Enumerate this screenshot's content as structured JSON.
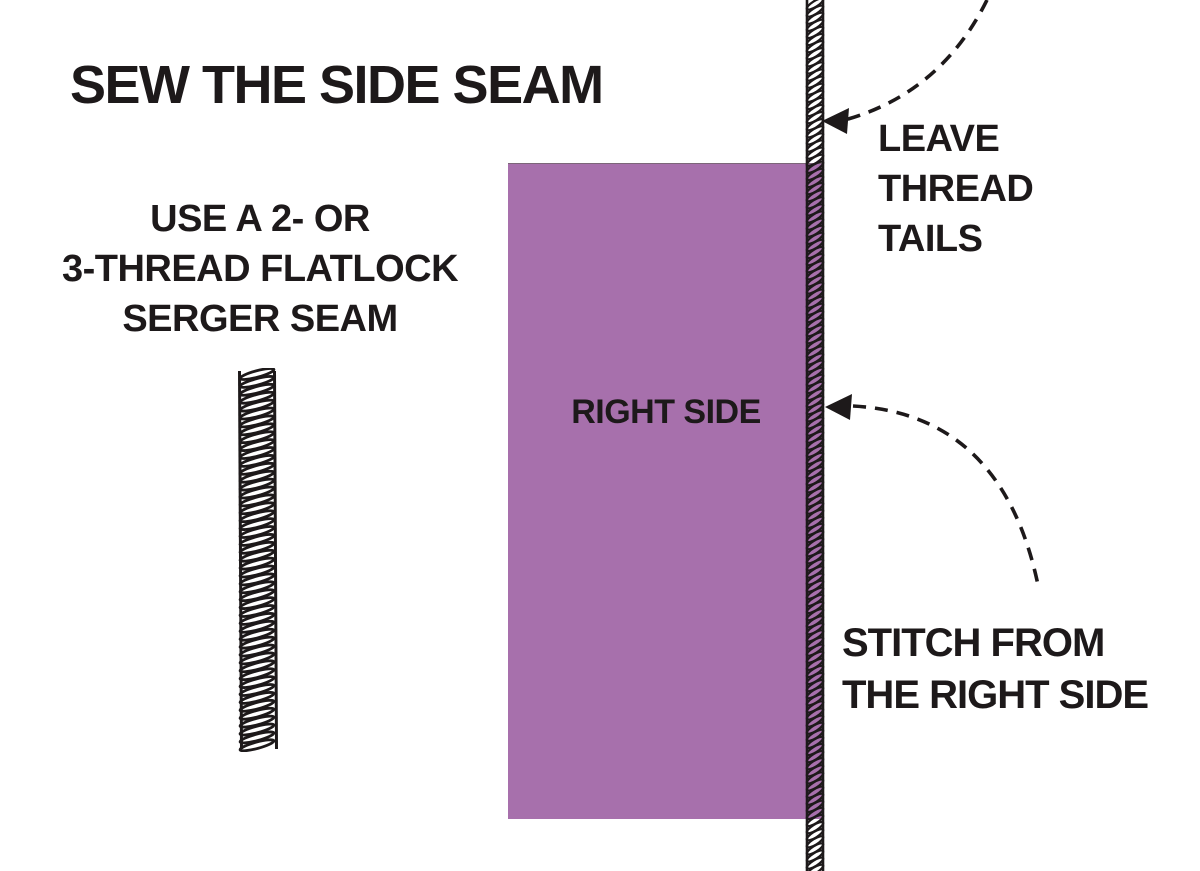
{
  "diagram": {
    "title": "SEW THE SIDE SEAM",
    "note_lines": [
      "USE A 2- OR",
      "3-THREAD FLATLOCK",
      "SERGER SEAM"
    ],
    "fabric_label": "RIGHT SIDE",
    "callout_tails_lines": [
      "LEAVE",
      "THREAD",
      "TAILS"
    ],
    "callout_stitch_lines": [
      "STITCH FROM",
      "THE RIGHT SIDE"
    ],
    "colors": {
      "background": "#ffffff",
      "ink": "#1d191a",
      "fabric": "#a770ac"
    },
    "icons": {
      "stitch_sample": "serger-stitch-coil",
      "seam_line": "serger-seam-coil",
      "pointer_top": "dashed-curved-arrow-left",
      "pointer_middle": "dashed-curved-arrow-left"
    }
  }
}
